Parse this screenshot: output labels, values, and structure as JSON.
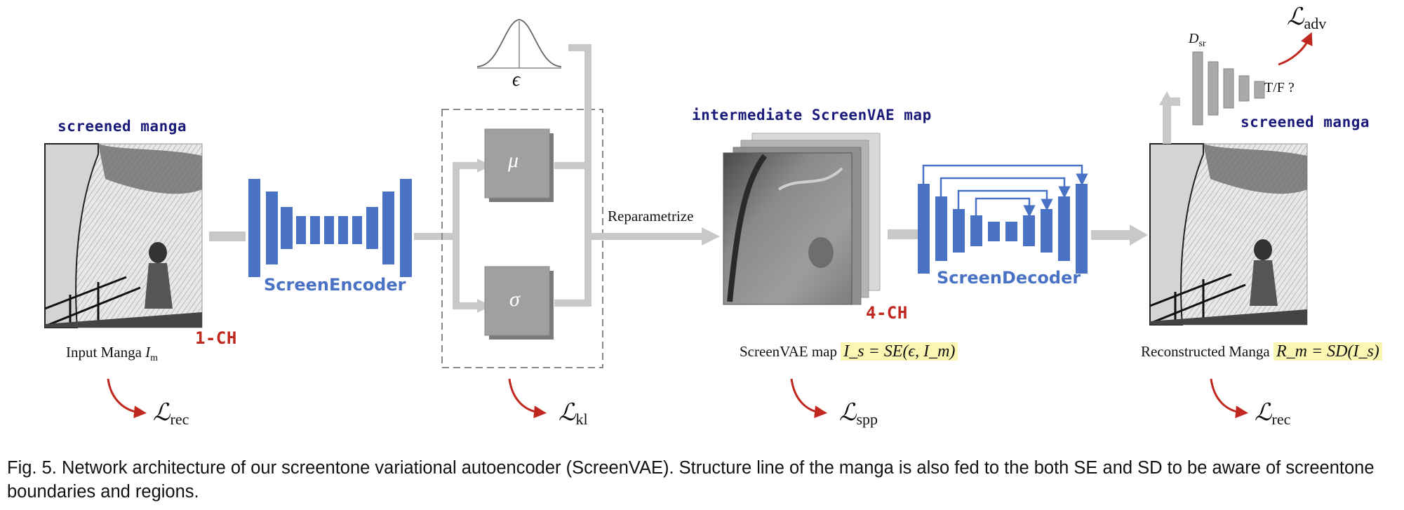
{
  "labels": {
    "screened_manga_left": "screened manga",
    "screened_manga_right": "screened manga",
    "intermediate_map": "intermediate ScreenVAE map",
    "one_ch": "1-CH",
    "four_ch": "4-CH",
    "input_manga": "Input Manga",
    "input_symbol": "I",
    "input_sub": "m",
    "screen_encoder": "ScreenEncoder",
    "screen_decoder": "ScreenDecoder",
    "mu": "μ",
    "sigma": "σ",
    "epsilon": "ϵ",
    "reparametrize": "Reparametrize",
    "screenvae_map": "ScreenVAE map",
    "screenvae_eq": "I_s = SE(ϵ, I_m)",
    "reconstructed": "Reconstructed Manga",
    "reconstructed_eq": "R_m = SD(I_s)",
    "d_sr": "D",
    "d_sr_sub": "sr",
    "tf": "T/F ?"
  },
  "losses": {
    "rec_left": {
      "symbol": "ℒ",
      "sub": "rec"
    },
    "kl": {
      "symbol": "ℒ",
      "sub": "kl"
    },
    "spp": {
      "symbol": "ℒ",
      "sub": "spp"
    },
    "rec_right": {
      "symbol": "ℒ",
      "sub": "rec"
    },
    "adv": {
      "symbol": "ℒ",
      "sub": "adv"
    }
  },
  "caption": {
    "text": "Fig. 5.  Network architecture of our screentone variational autoencoder (ScreenVAE). Structure line of the manga is also fed to the both SE and SD to be aware of screentone boundaries and regions."
  },
  "colors": {
    "network_blue": "#4a72c4",
    "arrow_gray": "#c8c8c8",
    "box_gray": "#a0a0a0",
    "loss_arrow_red": "#c0281f",
    "highlight_yellow": "#fbf7b3"
  }
}
